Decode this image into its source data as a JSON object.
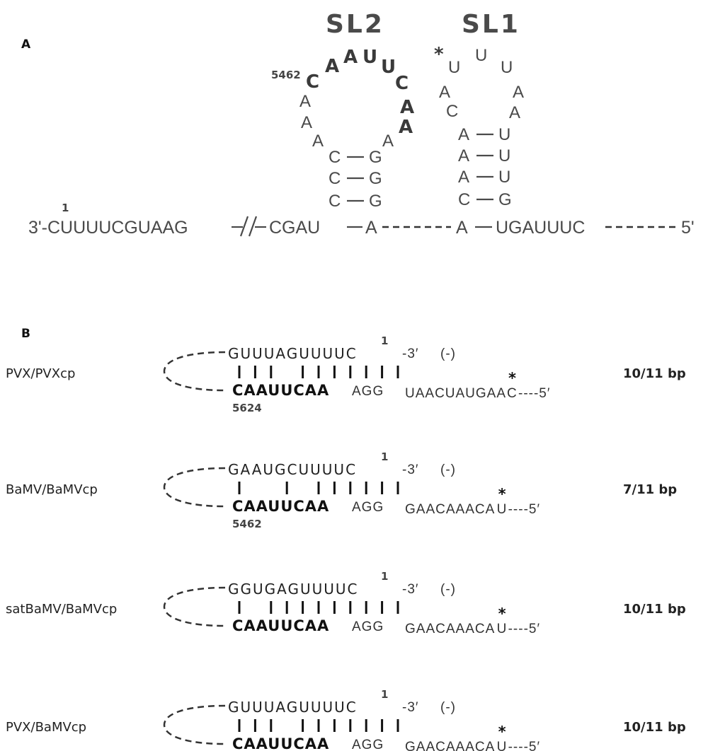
{
  "panelA": {
    "label": "A",
    "sl2_title": "SL2",
    "sl1_title": "SL1",
    "pos_1": "1",
    "pos_5462": "5462",
    "asterisk": "*",
    "strand_left": "3'-CUUUUCGUAAG",
    "strand_break": "//",
    "strand_mid": "CGAU",
    "strand_a1": "A",
    "strand_a2": "A",
    "strand_right": "UGAUUUC",
    "strand_end": "5'",
    "sl2_loop_bold": [
      "C",
      "A",
      "A",
      "U",
      "U",
      "C",
      "A",
      "A"
    ],
    "sl2_loop_plain": [
      "A",
      "A",
      "A",
      "A"
    ],
    "sl2_stem_left": [
      "C",
      "C",
      "C"
    ],
    "sl2_stem_right": [
      "G",
      "G",
      "G"
    ],
    "sl1_loop": [
      "U",
      "U",
      "U",
      "A",
      "A",
      "A",
      "C"
    ],
    "sl1_stem_left": [
      "A",
      "A",
      "A",
      "C"
    ],
    "sl1_stem_right": [
      "U",
      "U",
      "U",
      "G"
    ]
  },
  "panelB": {
    "label": "B",
    "rows": [
      {
        "name": "PVX/PVXcp",
        "top_seq": "GUUUAGUUUUC",
        "top_end": "-3′",
        "minus": "(-)",
        "pos": "1",
        "bold_seq": "CAAUUCAA",
        "agg": "AGG",
        "tail": "UAACUAUGAA",
        "star_letter": "C",
        "tail_end": "----5′",
        "star": "*",
        "bottom_pos": "5624",
        "bp": "10/11 bp",
        "pairs": [
          1,
          1,
          1,
          0,
          1,
          1,
          1,
          1,
          1,
          1,
          1
        ]
      },
      {
        "name": "BaMV/BaMVcp",
        "top_seq": "GAAUGCUUUUC",
        "top_end": "-3′",
        "minus": "(-)",
        "pos": "1",
        "bold_seq": "CAAUUCAA",
        "agg": "AGG",
        "tail": "GAACAAACA",
        "star_letter": "U",
        "tail_end": "----5′",
        "star": "*",
        "bottom_pos": "5462",
        "bp": "7/11 bp",
        "pairs": [
          1,
          0,
          0,
          1,
          0,
          1,
          1,
          1,
          1,
          1,
          1
        ]
      },
      {
        "name": "satBaMV/BaMVcp",
        "top_seq": "GGUGAGUUUUC",
        "top_end": "-3′",
        "minus": "(-)",
        "pos": "1",
        "bold_seq": "CAAUUCAA",
        "agg": "AGG",
        "tail": "GAACAAACA",
        "star_letter": "U",
        "tail_end": "----5′",
        "star": "*",
        "bottom_pos": "",
        "bp": "10/11 bp",
        "pairs": [
          1,
          0,
          1,
          1,
          1,
          1,
          1,
          1,
          1,
          1,
          1
        ]
      },
      {
        "name": "PVX/BaMVcp",
        "top_seq": "GUUUAGUUUUC",
        "top_end": "-3′",
        "minus": "(-)",
        "pos": "1",
        "bold_seq": "CAAUUCAA",
        "agg": "AGG",
        "tail": "GAACAAACA",
        "star_letter": "U",
        "tail_end": "----5′",
        "star": "*",
        "bottom_pos": "",
        "bp": "10/11 bp",
        "pairs": [
          1,
          1,
          1,
          0,
          1,
          1,
          1,
          1,
          1,
          1,
          1
        ]
      }
    ]
  }
}
